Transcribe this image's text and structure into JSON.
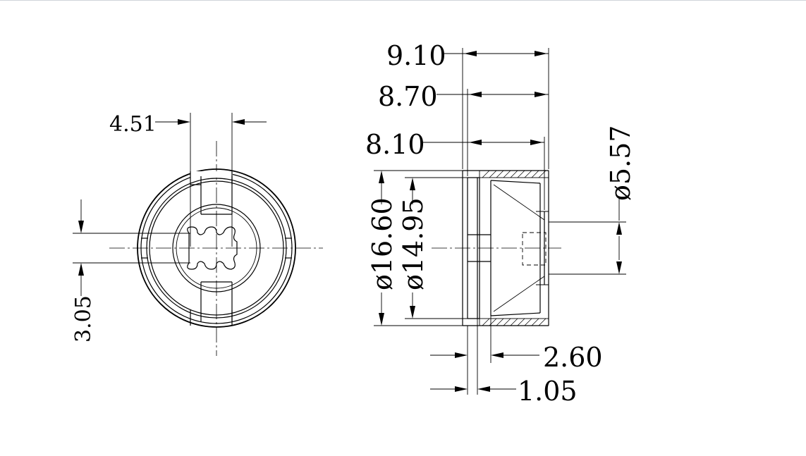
{
  "front_view": {
    "dim_width_slot": "4.51",
    "dim_height_slot": "3.05"
  },
  "side_view": {
    "dim_total_length": "9.10",
    "dim_length_2": "8.70",
    "dim_length_3": "8.10",
    "dim_outer_diameter": "ø16.60",
    "dim_inner_diameter": "ø14.95",
    "dim_bore_diameter": "ø5.57",
    "dim_flange_offset": "2.60",
    "dim_flange_thickness": "1.05"
  }
}
